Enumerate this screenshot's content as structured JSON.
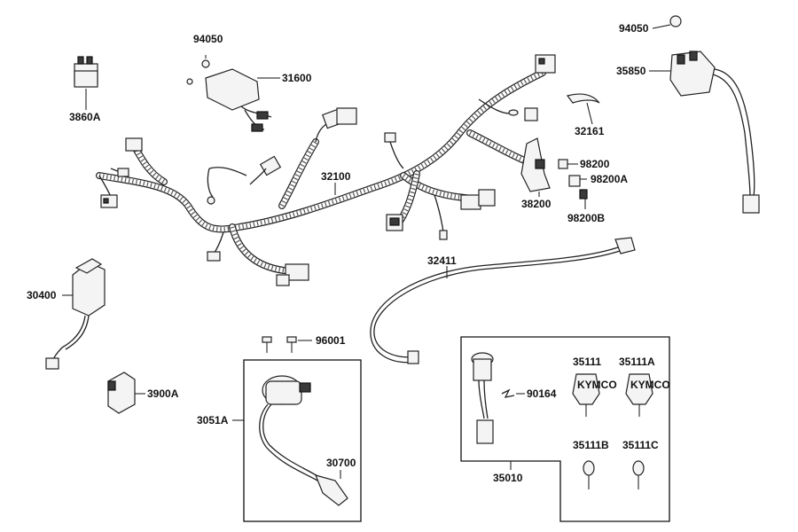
{
  "parts": [
    {
      "id": "p3860A",
      "number": "3860A"
    },
    {
      "id": "p94050a",
      "number": "94050"
    },
    {
      "id": "p31600",
      "number": "31600"
    },
    {
      "id": "p32100",
      "number": "32100"
    },
    {
      "id": "p94050b",
      "number": "94050"
    },
    {
      "id": "p35850",
      "number": "35850"
    },
    {
      "id": "p32161",
      "number": "32161"
    },
    {
      "id": "p98200",
      "number": "98200"
    },
    {
      "id": "p98200A",
      "number": "98200A"
    },
    {
      "id": "p38200",
      "number": "38200"
    },
    {
      "id": "p98200B",
      "number": "98200B"
    },
    {
      "id": "p32411",
      "number": "32411"
    },
    {
      "id": "p30400",
      "number": "30400"
    },
    {
      "id": "p96001",
      "number": "96001"
    },
    {
      "id": "p3900A",
      "number": "3900A"
    },
    {
      "id": "p3051A",
      "number": "3051A"
    },
    {
      "id": "p30700",
      "number": "30700"
    },
    {
      "id": "p35111",
      "number": "35111"
    },
    {
      "id": "p35111A",
      "number": "35111A"
    },
    {
      "id": "p90164",
      "number": "90164"
    },
    {
      "id": "p35111B",
      "number": "35111B"
    },
    {
      "id": "p35111C",
      "number": "35111C"
    },
    {
      "id": "p35010",
      "number": "35010"
    }
  ],
  "key_brand_text": "KYMCO"
}
